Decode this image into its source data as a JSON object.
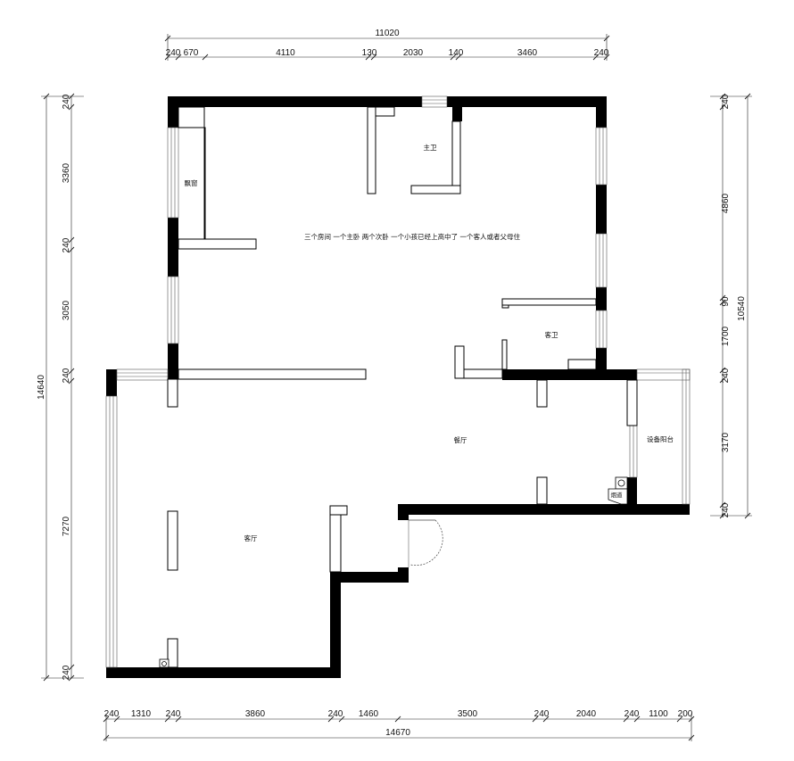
{
  "drawing": {
    "note": "三个房间 一个主卧 两个次卧 一个小孩已经上高中了 一个客人或者父母住"
  },
  "rooms": {
    "master_bath": "主卫",
    "bay_window": "飘窗",
    "guest_bath": "客卫",
    "dining": "餐厅",
    "living": "客厅",
    "equipment_balcony": "设备阳台",
    "flue": "烟道"
  },
  "dimensions": {
    "top_total": "11020",
    "top": [
      "240",
      "670",
      "4110",
      "130",
      "2030",
      "140",
      "3460",
      "240"
    ],
    "bottom_total": "14670",
    "bottom": [
      "240",
      "1310",
      "240",
      "3860",
      "240",
      "1460",
      "3500",
      "240",
      "2040",
      "240",
      "1100",
      "200"
    ],
    "left_total": "14640",
    "left": [
      "240",
      "3360",
      "240",
      "3050",
      "240",
      "7270",
      "240"
    ],
    "right_total": "10540",
    "right": [
      "240",
      "4860",
      "90",
      "1700",
      "240",
      "3170",
      "240"
    ]
  }
}
